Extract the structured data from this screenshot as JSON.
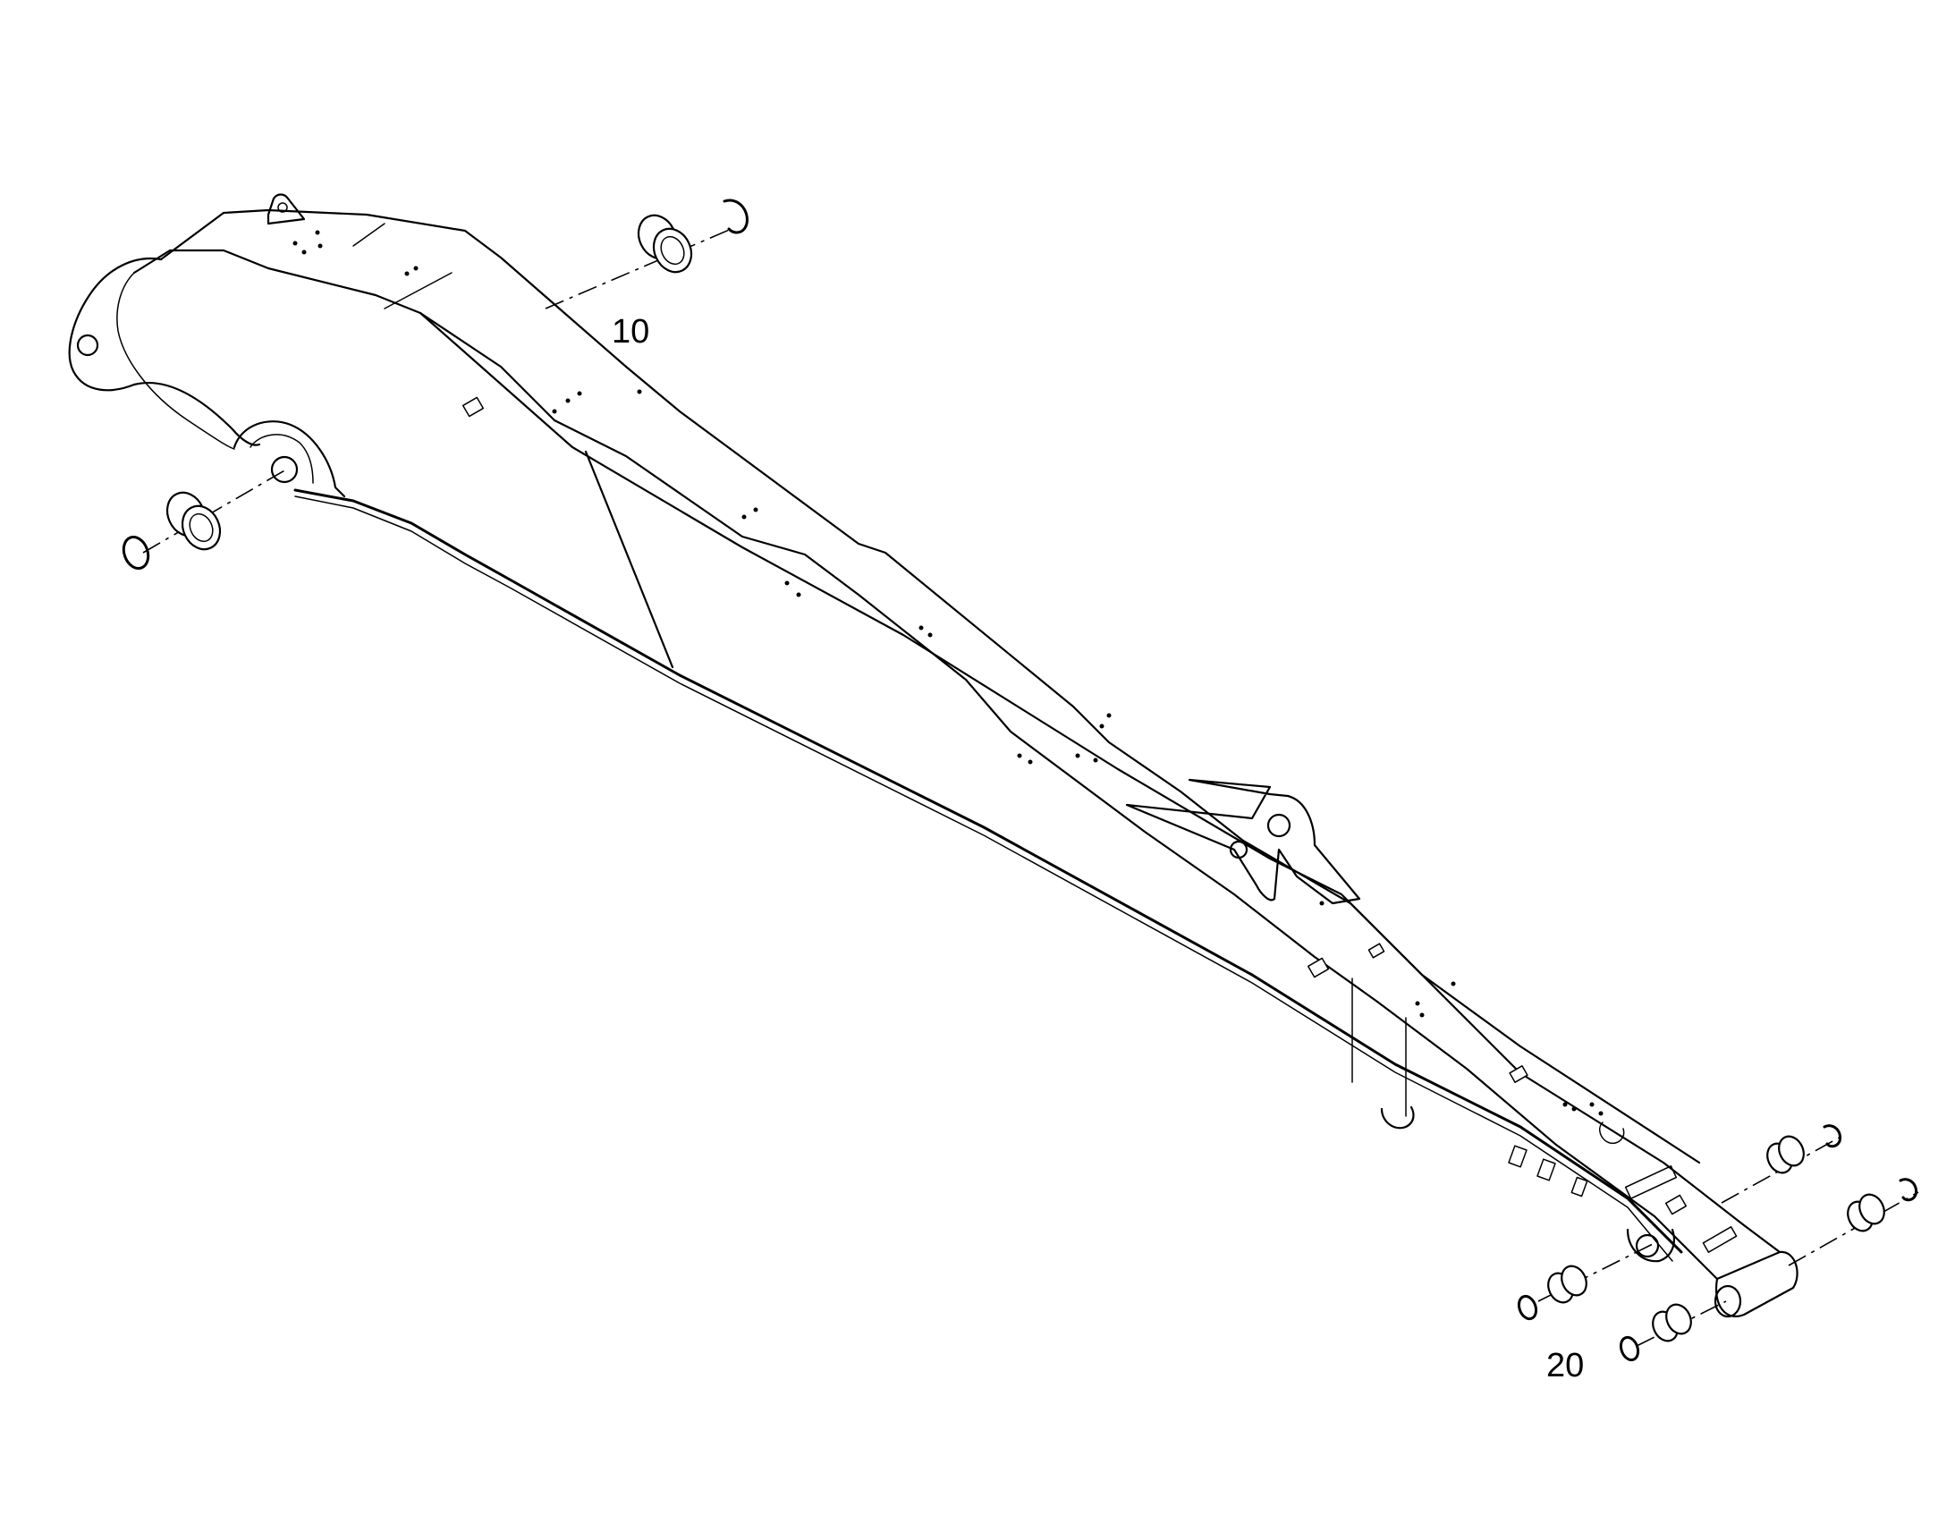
{
  "diagram": {
    "colors": {
      "line": "#000000",
      "background": "#ffffff"
    },
    "callouts": [
      {
        "id": "10",
        "text": "10"
      },
      {
        "id": "20",
        "text": "20"
      }
    ]
  }
}
